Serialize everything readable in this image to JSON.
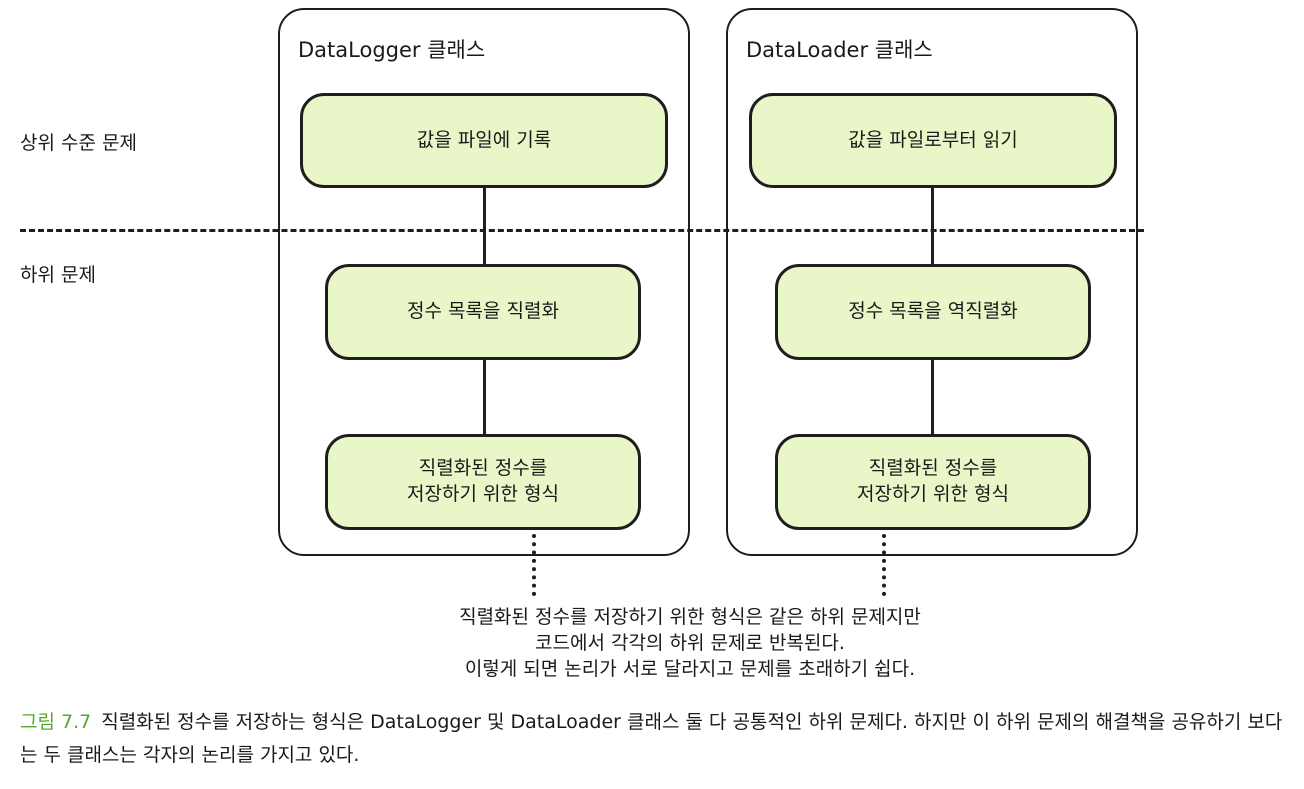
{
  "levels": {
    "high": "상위 수준 문제",
    "sub": "하위 문제"
  },
  "classes": [
    {
      "title": "DataLogger 클래스",
      "nodes": [
        "값을 파일에 기록",
        "정수 목록을 직렬화",
        "직렬화된 정수를\n저장하기 위한 형식"
      ]
    },
    {
      "title": "DataLoader 클래스",
      "nodes": [
        "값을 파일로부터 읽기",
        "정수 목록을 역직렬화",
        "직렬화된 정수를\n저장하기 위한 형식"
      ]
    }
  ],
  "note": "직렬화된 정수를 저장하기 위한 형식은 같은 하위 문제지만\n코드에서 각각의 하위 문제로 반복된다.\n이렇게 되면 논리가 서로 달라지고 문제를 초래하기 쉽다.",
  "caption": {
    "label": "그림 7.7",
    "text": "직렬화된 정수를 저장하는 형식은 DataLogger 및 DataLoader 클래스 둘 다 공통적인 하위 문제다. 하지만 이 하위 문제의 해결책을 공유하기 보다는 두 클래스는 각자의 논리를 가지고 있다."
  },
  "colors": {
    "node_fill": "#e8f6c8",
    "caption_label": "#5aa631"
  }
}
